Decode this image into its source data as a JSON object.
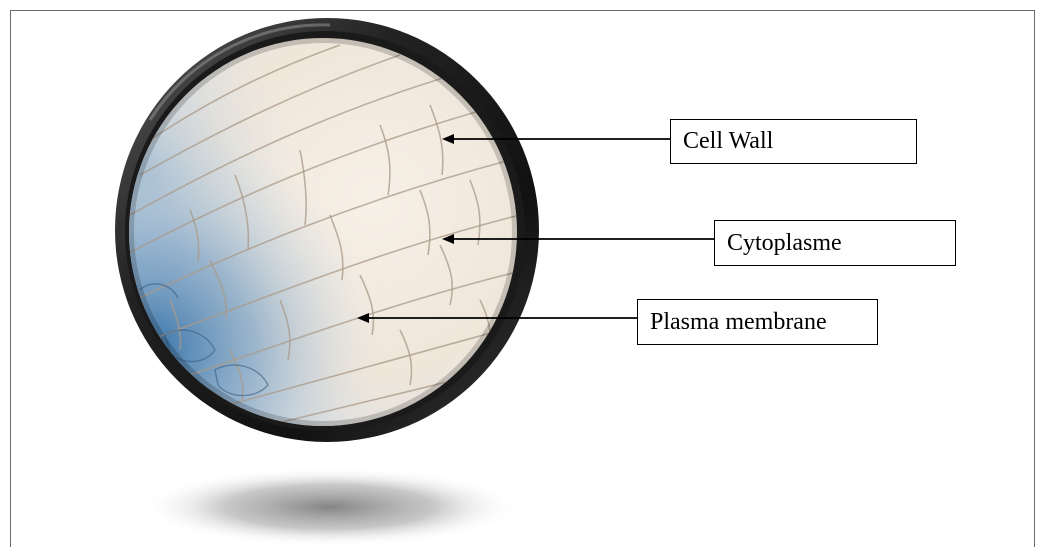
{
  "labels": {
    "cell_wall": "Cell Wall",
    "cytoplasme": "Cytoplasme",
    "plasma_membrane": "Plasma membrane"
  },
  "colors": {
    "border": "#000000",
    "lens_rim": "#2a2a2a",
    "cell_background": "#f3ece2",
    "stain_blue": "#4a7fae",
    "cell_lines": "#a99a88"
  }
}
